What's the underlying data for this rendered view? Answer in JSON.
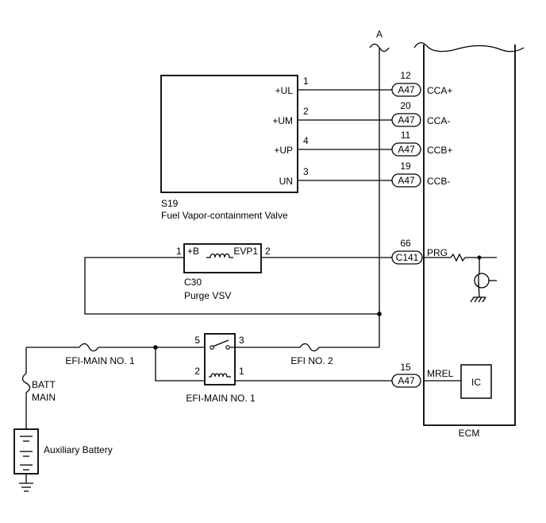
{
  "ecm": {
    "label": "ECM",
    "ic_label": "IC"
  },
  "junction": {
    "label": "A"
  },
  "fuel_vapor_valve": {
    "code": "S19",
    "name": "Fuel Vapor-containment Valve",
    "pins": [
      {
        "pin": "1",
        "label": "+UL",
        "connector": "A47",
        "ecm_pin": "12",
        "ecm_label": "CCA+"
      },
      {
        "pin": "2",
        "label": "+UM",
        "connector": "A47",
        "ecm_pin": "20",
        "ecm_label": "CCA-"
      },
      {
        "pin": "4",
        "label": "+UP",
        "connector": "A47",
        "ecm_pin": "11",
        "ecm_label": "CCB+"
      },
      {
        "pin": "3",
        "label": "UN",
        "connector": "A47",
        "ecm_pin": "19",
        "ecm_label": "CCB-"
      }
    ]
  },
  "purge_vsv": {
    "code": "C30",
    "name": "Purge VSV",
    "pin_left": "1",
    "pin_left_label": "+B",
    "pin_right": "2",
    "pin_right_label": "EVP1",
    "connector": "C141",
    "ecm_pin": "66",
    "ecm_label": "PRG"
  },
  "relay": {
    "name": "EFI-MAIN NO. 1",
    "pins": {
      "p5": "5",
      "p3": "3",
      "p2": "2",
      "p1": "1"
    },
    "connector": "A47",
    "ecm_pin": "15",
    "ecm_label": "MREL"
  },
  "fuses": {
    "efi_main_1": "EFI-MAIN NO. 1",
    "efi_no2": "EFI NO. 2",
    "batt_main_line1": "BATT",
    "batt_main_line2": "MAIN"
  },
  "battery": {
    "label": "Auxiliary Battery"
  }
}
